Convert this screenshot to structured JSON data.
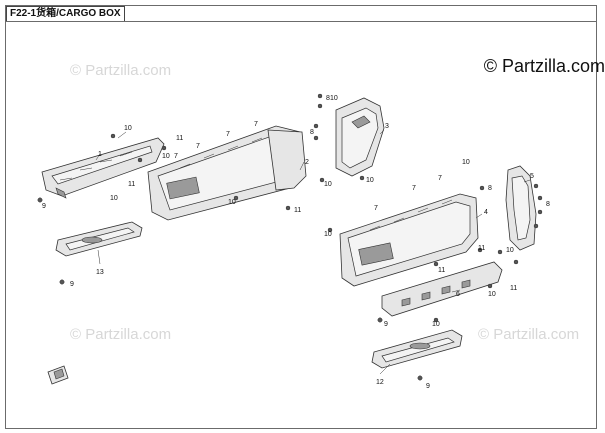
{
  "header": {
    "title": "F22-1货箱/CARGO BOX"
  },
  "watermark": {
    "text": "© Partzilla.com"
  },
  "copyright": {
    "text": "© Partzilla.com"
  },
  "callouts": {
    "c1": "1",
    "c2": "2",
    "c3": "3",
    "c4": "4",
    "c5": "5",
    "c6": "6",
    "c7a": "7",
    "c7b": "7",
    "c7c": "7",
    "c7d": "7",
    "c7e": "7",
    "c7f": "7",
    "c7g": "7",
    "c8a": "8",
    "c8b": "8",
    "c8c": "8",
    "c8d": "8",
    "c9a": "9",
    "c9b": "9",
    "c9c": "9",
    "c9d": "9",
    "c10a": "10",
    "c10b": "10",
    "c10c": "10",
    "c10d": "10",
    "c10e": "10",
    "c10f": "10",
    "c10g": "10",
    "c10h": "10",
    "c10i": "10",
    "c10j": "10",
    "c10k": "10",
    "c10l": "10",
    "c11a": "11",
    "c11b": "11",
    "c11c": "11",
    "c11d": "11",
    "c11e": "11",
    "c11f": "11",
    "c12": "12",
    "c13": "13"
  },
  "colors": {
    "line": "#333333",
    "fill": "#e6e6e6",
    "watermark": "#d7d7d7"
  }
}
